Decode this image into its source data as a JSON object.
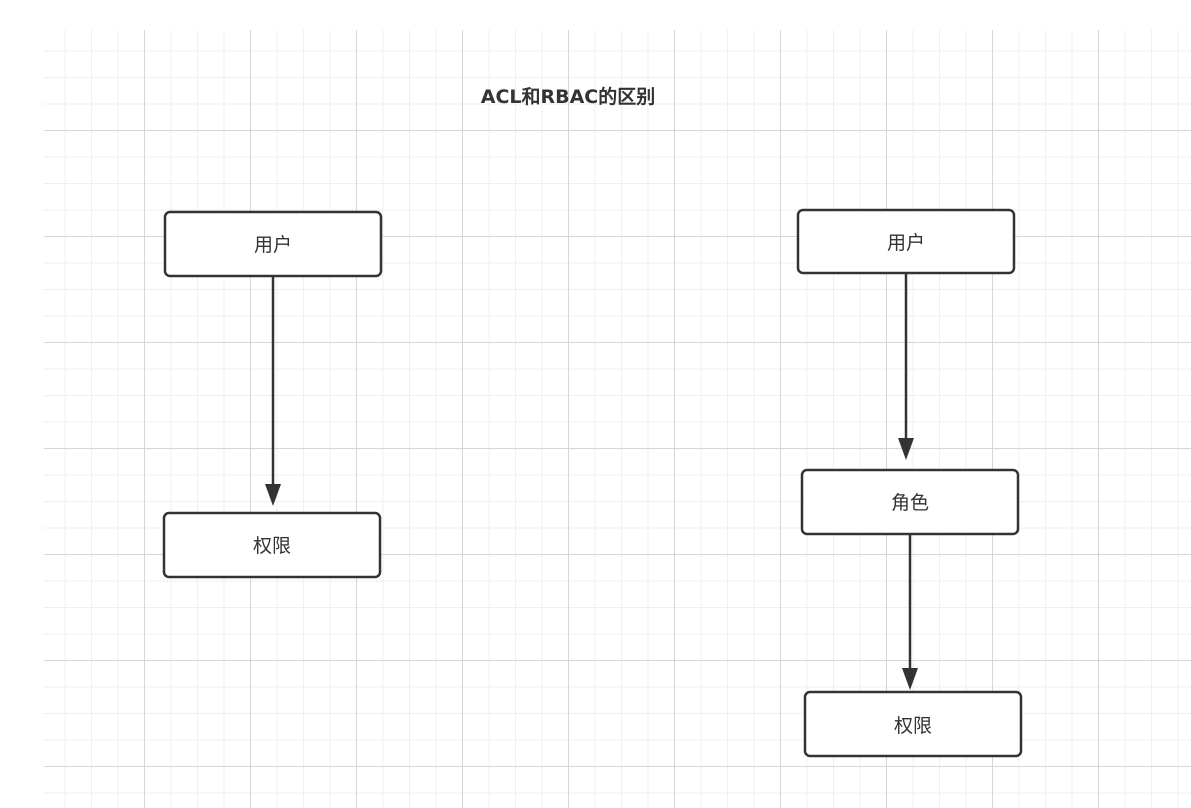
{
  "title": "ACL和RBAC的区别",
  "acl": {
    "user": "用户",
    "permission": "权限"
  },
  "rbac": {
    "user": "用户",
    "role": "角色",
    "permission": "权限"
  },
  "colors": {
    "stroke": "#333333",
    "node_fill": "#ffffff",
    "grid_major": "#d6d6d6",
    "grid_minor": "#efefef"
  }
}
